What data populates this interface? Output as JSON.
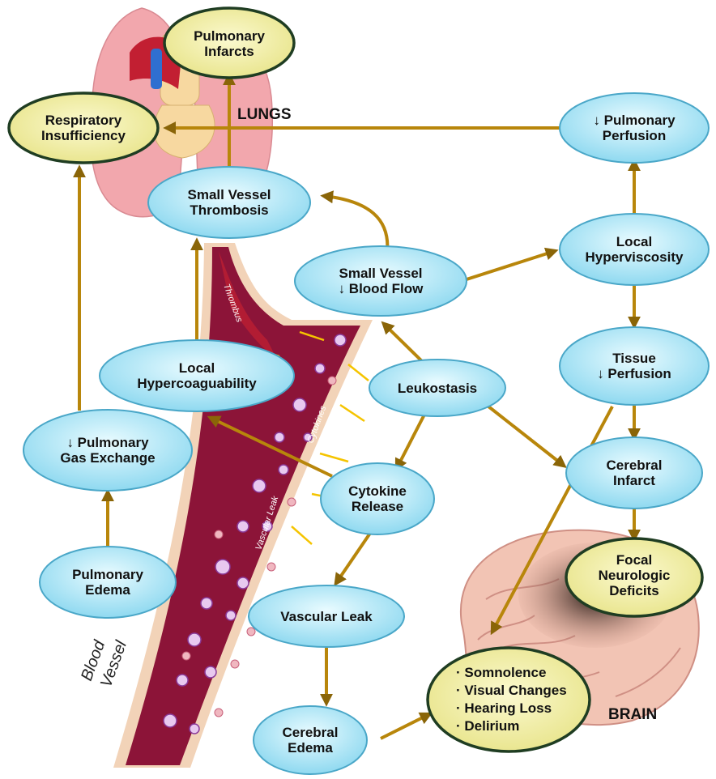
{
  "labels": {
    "lungs": "LUNGS",
    "brain": "BRAIN",
    "blood_vessel_1": "Blood",
    "blood_vessel_2": "Vessel",
    "thrombus": "Thrombus",
    "cytokines": "Cytokines",
    "vascular_leak_vessel": "Vascular Leak"
  },
  "nodes": {
    "pulmonary_infarcts": [
      "Pulmonary",
      "Infarcts"
    ],
    "respiratory_insufficiency": [
      "Respiratory",
      "Insufficiency"
    ],
    "pulmonary_perfusion": [
      "↓ Pulmonary",
      "Perfusion"
    ],
    "small_vessel_thrombosis": [
      "Small Vessel",
      "Thrombosis"
    ],
    "small_vessel_blood_flow": [
      "Small Vessel",
      "↓ Blood Flow"
    ],
    "local_hyperviscosity": [
      "Local",
      "Hyperviscosity"
    ],
    "local_hypercoaguability": [
      "Local",
      "Hypercoaguability"
    ],
    "leukostasis": [
      "Leukostasis"
    ],
    "tissue_perfusion": [
      "Tissue",
      "↓ Perfusion"
    ],
    "pulmonary_gas_exchange": [
      "↓ Pulmonary",
      "Gas Exchange"
    ],
    "cerebral_infarct": [
      "Cerebral",
      "Infarct"
    ],
    "cytokine_release": [
      "Cytokine",
      "Release"
    ],
    "pulmonary_edema": [
      "Pulmonary",
      "Edema"
    ],
    "focal_neurologic_deficits": [
      "Focal",
      "Neurologic",
      "Deficits"
    ],
    "vascular_leak": [
      "Vascular Leak"
    ],
    "cerebral_edema": [
      "Cerebral",
      "Edema"
    ],
    "symptoms": [
      "· Somnolence",
      "· Visual Changes",
      "· Hearing Loss",
      "· Delirium"
    ]
  },
  "colors": {
    "node_fill": "#bfefff",
    "node_stroke": "#4aa7c8",
    "outcome_fill": "#f4f1a6",
    "outcome_stroke": "#1f3d22",
    "arrow": "#b8860b",
    "vessel": "#8c1438",
    "vessel_wall": "#f2d3b8",
    "lung": "#f2a7ad",
    "brain": "#f2c4b4"
  }
}
